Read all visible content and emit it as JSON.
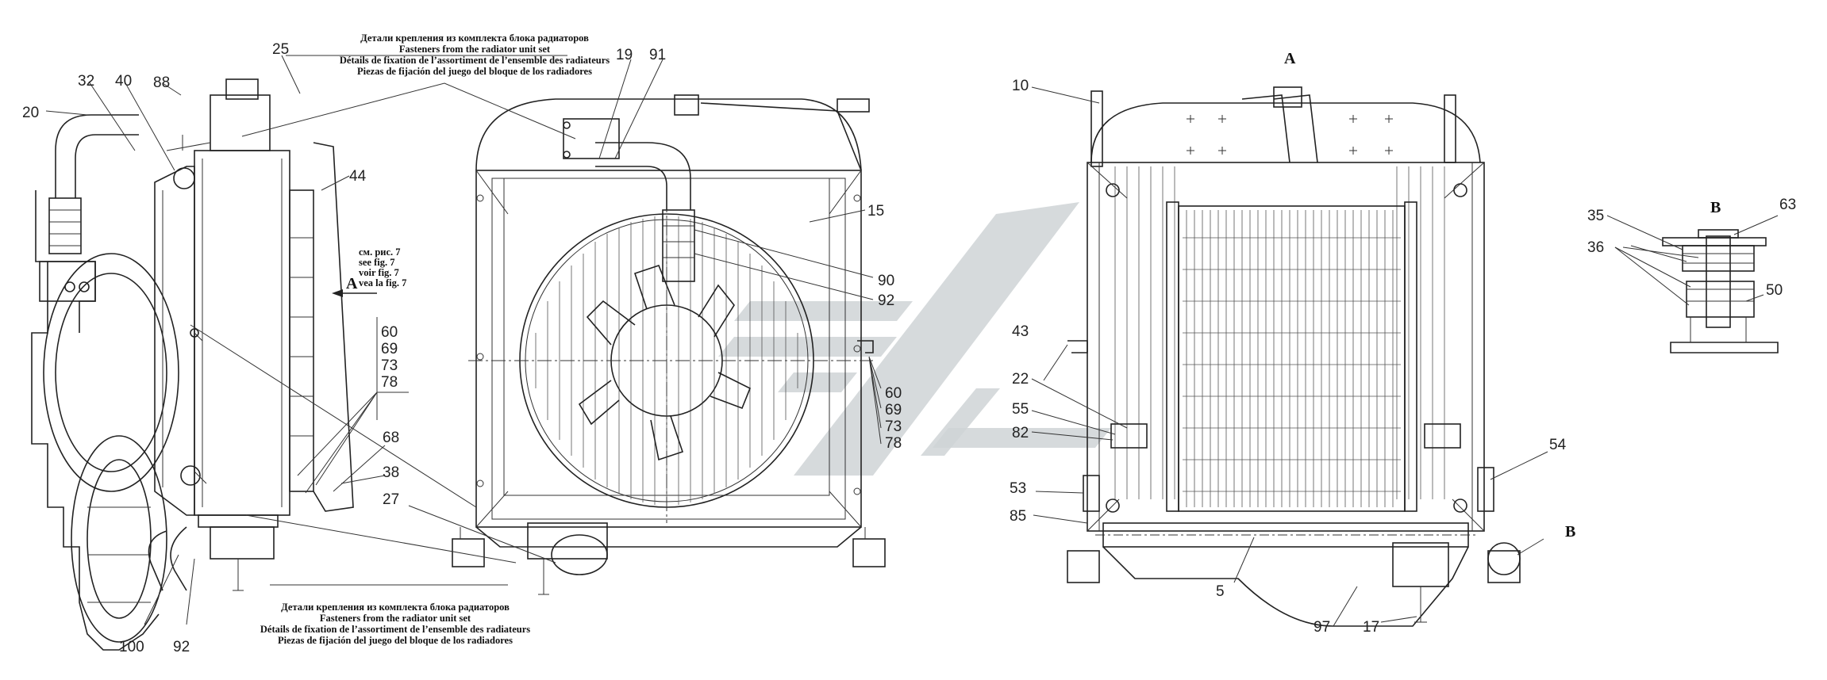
{
  "notes": {
    "top": [
      "Детали крепления из комплекта блока радиаторов",
      "Fasteners from the radiator unit set",
      "Détails de fixation de l’assortiment de l’ensemble des radiateurs",
      "Piezas de fijación del juego del bloque de los radiadores"
    ],
    "bottom": [
      "Детали крепления из комплекта блока радиаторов",
      "Fasteners from the radiator unit set",
      "Détails de fixation de l’assortiment de l’ensemble des radiateurs",
      "Piezas de fijación del juego del bloque de los radiadores"
    ],
    "see_fig": [
      "см. рис. 7",
      "see fig. 7",
      "voir fig. 7",
      "vea la fig. 7"
    ]
  },
  "view_markers": {
    "arrow": "A",
    "view_a": "A",
    "view_b": "B",
    "detail_b": "B"
  },
  "side_view": {
    "labels": {
      "l20": "20",
      "l32": "32",
      "l40": "40",
      "l88": "88",
      "l25": "25",
      "l44": "44",
      "g1": "60",
      "g2": "69",
      "g3": "73",
      "g4": "78",
      "l68": "68",
      "l38": "38",
      "l27": "27",
      "l100": "100",
      "l92": "92"
    }
  },
  "front_view": {
    "labels": {
      "l19": "19",
      "l91": "91",
      "l15": "15",
      "l90": "90",
      "l92": "92",
      "g1": "60",
      "g2": "69",
      "g3": "73",
      "g4": "78"
    }
  },
  "view_a": {
    "labels": {
      "l10": "10",
      "l43": "43",
      "l22": "22",
      "l55": "55",
      "l82": "82",
      "l53": "53",
      "l85": "85",
      "l54": "54",
      "l5": "5",
      "l97": "97",
      "l17": "17"
    }
  },
  "detail_b": {
    "labels": {
      "l35": "35",
      "l63": "63",
      "l36": "36",
      "l50": "50"
    }
  }
}
